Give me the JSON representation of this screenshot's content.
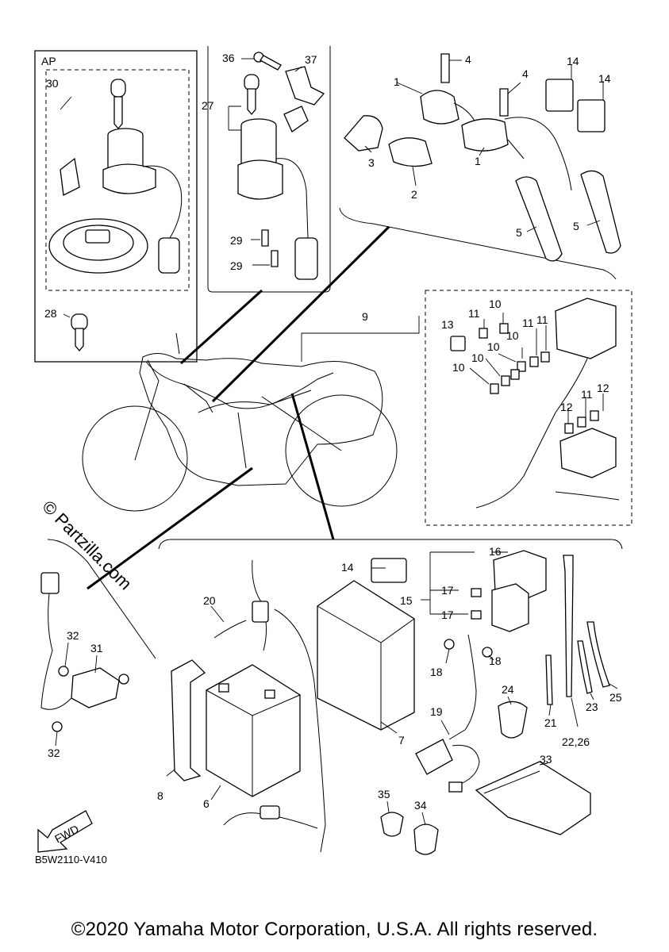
{
  "callouts": {
    "c1a": "1",
    "c1b": "1",
    "c2": "2",
    "c3": "3",
    "c4a": "4",
    "c4b": "4",
    "c5a": "5",
    "c5b": "5",
    "c6": "6",
    "c7": "7",
    "c8": "8",
    "c9": "9",
    "c10a": "10",
    "c10b": "10",
    "c10c": "10",
    "c10d": "10",
    "c11a": "11",
    "c11b": "11",
    "c11c": "11",
    "c11d": "11",
    "c12a": "12",
    "c12b": "12",
    "c13": "13",
    "c14a": "14",
    "c14b": "14",
    "c14c": "14",
    "c15": "15",
    "c16": "16",
    "c17a": "17",
    "c17b": "17",
    "c18a": "18",
    "c18b": "18",
    "c19": "19",
    "c20": "20",
    "c21": "21",
    "c22": "22,26",
    "c23": "23",
    "c24": "24",
    "c25": "25",
    "c27": "27",
    "c28": "28",
    "c29a": "29",
    "c29b": "29",
    "c30": "30",
    "c31": "31",
    "c32a": "32",
    "c32b": "32",
    "c33": "33",
    "c34": "34",
    "c35": "35",
    "c36": "36",
    "c37": "37"
  },
  "assembly_label": "AP",
  "direction_label": "FWD",
  "diagram_code": "B5W2110-V410",
  "watermark": "© Partzilla.com",
  "copyright": "©2020 Yamaha Motor Corporation, U.S.A. All rights reserved."
}
